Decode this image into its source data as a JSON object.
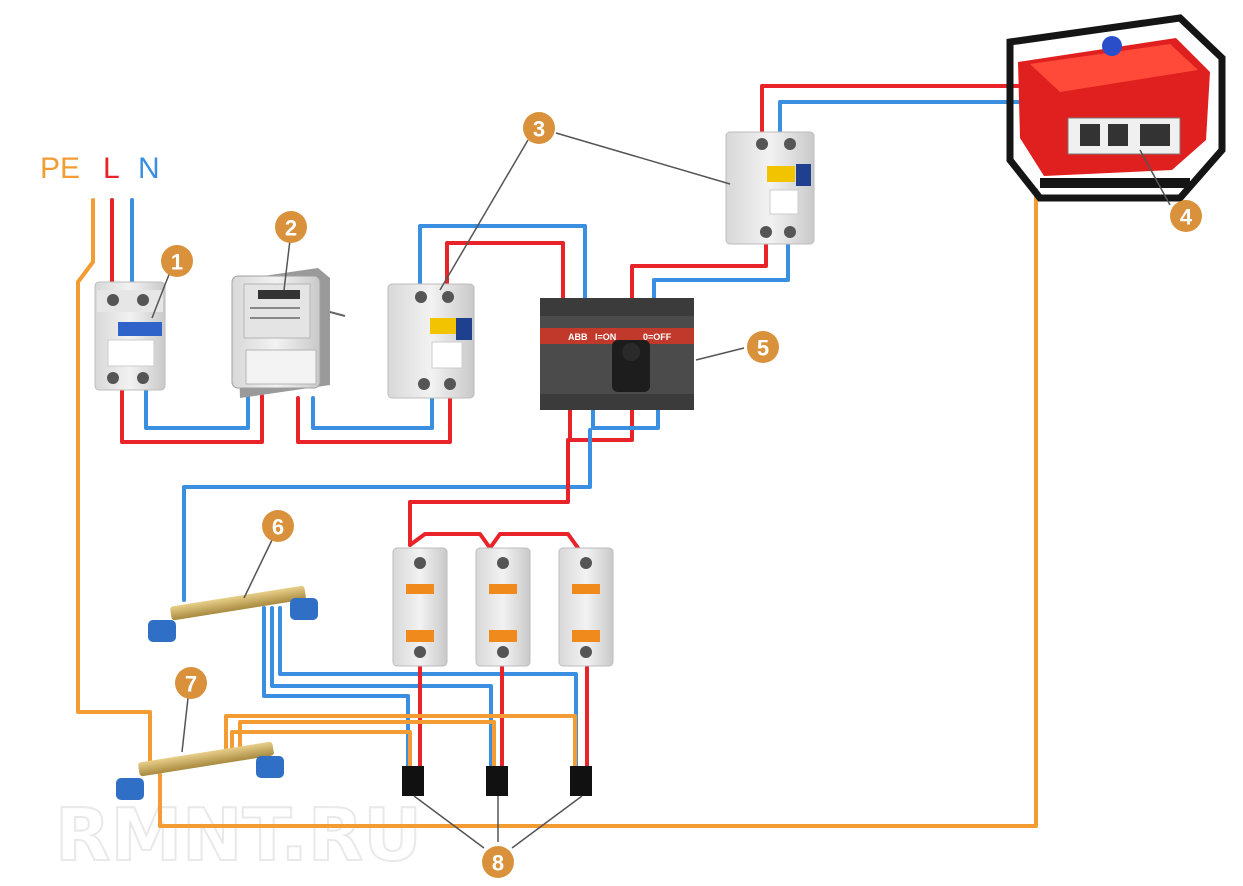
{
  "phase_labels": {
    "pe": "PE",
    "l": "L",
    "n": "N"
  },
  "colors": {
    "pe": "#f39c33",
    "l": "#e8242a",
    "n": "#3a8fe0",
    "badge": "#d9923b",
    "leader": "#555555"
  },
  "badges": [
    "1",
    "2",
    "3",
    "4",
    "5",
    "6",
    "7",
    "8"
  ],
  "switch": {
    "brand": "ABB",
    "on_label": "I=ON",
    "off_label": "0=OFF"
  },
  "watermark": "RMNT.RU"
}
